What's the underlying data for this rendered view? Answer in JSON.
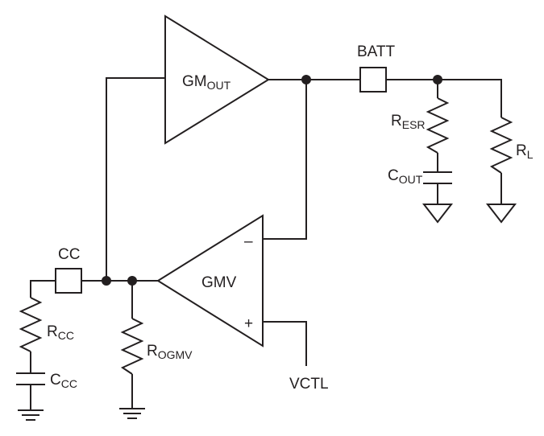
{
  "amplifiers": {
    "gm_out": {
      "main": "GM",
      "sub": "OUT"
    },
    "gmv": {
      "label": "GMV",
      "minus": "–",
      "plus": "+"
    }
  },
  "ports": {
    "batt": "BATT",
    "cc": "CC",
    "vctl": "VCTL"
  },
  "components": {
    "r_esr": {
      "main": "R",
      "sub": "ESR"
    },
    "c_out": {
      "main": "C",
      "sub": "OUT"
    },
    "r_l": {
      "main": "R",
      "sub": "L"
    },
    "r_cc": {
      "main": "R",
      "sub": "CC"
    },
    "c_cc": {
      "main": "C",
      "sub": "CC"
    },
    "r_ogmv": {
      "main": "R",
      "sub": "OGMV"
    }
  }
}
